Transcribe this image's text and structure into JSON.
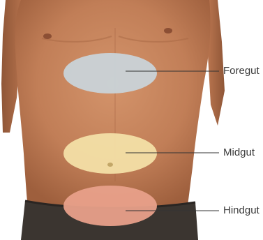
{
  "labels": {
    "foregut": "Foregut",
    "midgut": "Midgut",
    "hindgut": "Hindgut"
  },
  "colors": {
    "foregut_region": "#c9d3d8",
    "midgut_region": "#f3dfa6",
    "hindgut_region": "#e8a08a",
    "skin": "#c8825a",
    "shorts": "#3b3530",
    "leader_line": "#333333"
  }
}
